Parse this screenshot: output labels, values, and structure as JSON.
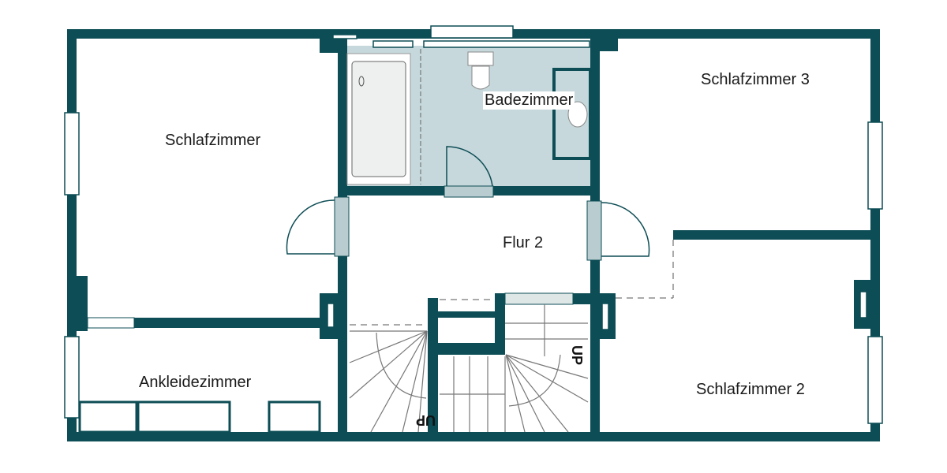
{
  "colors": {
    "wall": "#0d4d55",
    "bathroom_floor": "#c6d8db",
    "fixture": "#eef0f0",
    "door_leaf": "#b9cdd0"
  },
  "rooms": {
    "schlafzimmer": "Schlafzimmer",
    "badezimmer": "Badezimmer",
    "schlafzimmer3": "Schlafzimmer 3",
    "flur2": "Flur 2",
    "ankleidezimmer": "Ankleidezimmer",
    "schlafzimmer2": "Schlafzimmer 2"
  },
  "stairs": {
    "up_left": "UP",
    "up_right": "UP"
  }
}
